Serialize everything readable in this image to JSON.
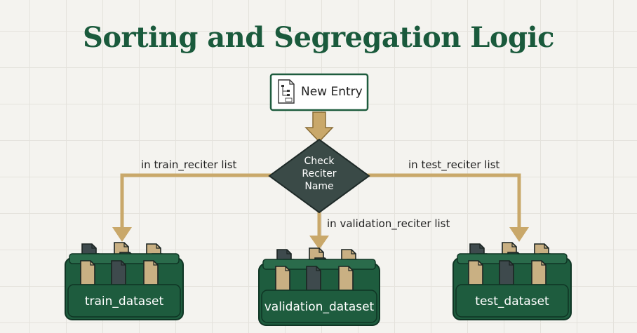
{
  "title": "Sorting and Segregation Logic",
  "start_node": {
    "label": "New Entry",
    "icon": "document-tree-icon"
  },
  "decision": {
    "label_lines": [
      "Check",
      "Reciter",
      "Name"
    ]
  },
  "branches": {
    "left": "in train_reciter list",
    "middle": "in validation_reciter list",
    "right": "in test_reciter list"
  },
  "bins": {
    "train": "train_dataset",
    "validation": "validation_dataset",
    "test": "test_dataset"
  },
  "colors": {
    "title": "#1a5a3c",
    "bin_green": "#1e5c3e",
    "decision": "#3a4a47",
    "arrow_gold": "#c9a86a",
    "doc_dark": "#3e4a4d",
    "doc_tan": "#c9b083"
  }
}
